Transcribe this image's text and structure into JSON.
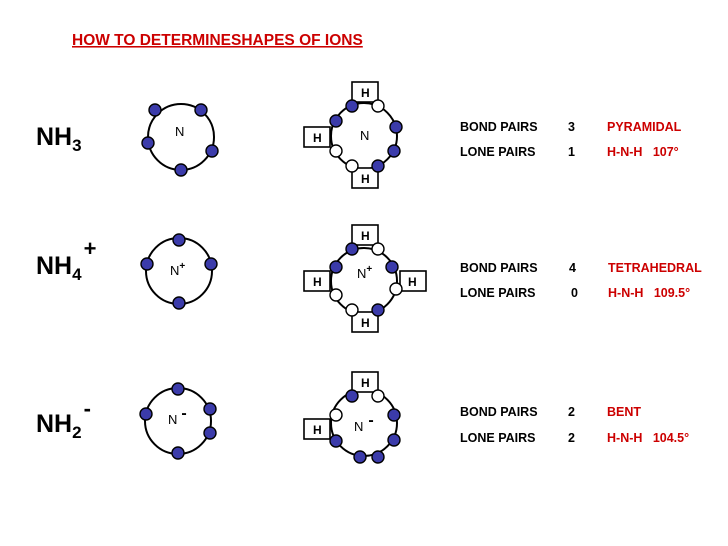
{
  "title": "HOW TO DETERMINESHAPES OF IONS",
  "colors": {
    "accent": "#cc0000",
    "electron": "#3b3baa"
  },
  "rows": [
    {
      "formula": "NH",
      "subscript": "3",
      "superscript": "",
      "central": "N",
      "central_charge": "",
      "central_charge_inline": "",
      "h_labels": [
        "H",
        "H",
        "H"
      ],
      "bond_pairs_label": "BOND PAIRS",
      "bond_pairs": "3",
      "lone_pairs_label": "LONE PAIRS",
      "lone_pairs": "1",
      "shape": "PYRAMIDAL",
      "angle": "H-N-H   107°"
    },
    {
      "formula": "NH",
      "subscript": "4",
      "superscript": "+",
      "central": "N",
      "central_charge": "+",
      "central_charge_inline": "+",
      "h_labels": [
        "H",
        "H",
        "H",
        "H"
      ],
      "bond_pairs_label": "BOND PAIRS",
      "bond_pairs": "4",
      "lone_pairs_label": "LONE PAIRS",
      "lone_pairs": "0",
      "shape": "TETRAHEDRAL",
      "angle": "H-N-H   109.5°"
    },
    {
      "formula": "NH",
      "subscript": "2",
      "superscript": "-",
      "central": "N",
      "central_charge": "-",
      "central_charge_inline": "-",
      "h_labels": [
        "H",
        "H"
      ],
      "bond_pairs_label": "BOND PAIRS",
      "bond_pairs": "2",
      "lone_pairs_label": "LONE PAIRS",
      "lone_pairs": "2",
      "shape": "BENT",
      "angle": "H-N-H   104.5°"
    }
  ]
}
